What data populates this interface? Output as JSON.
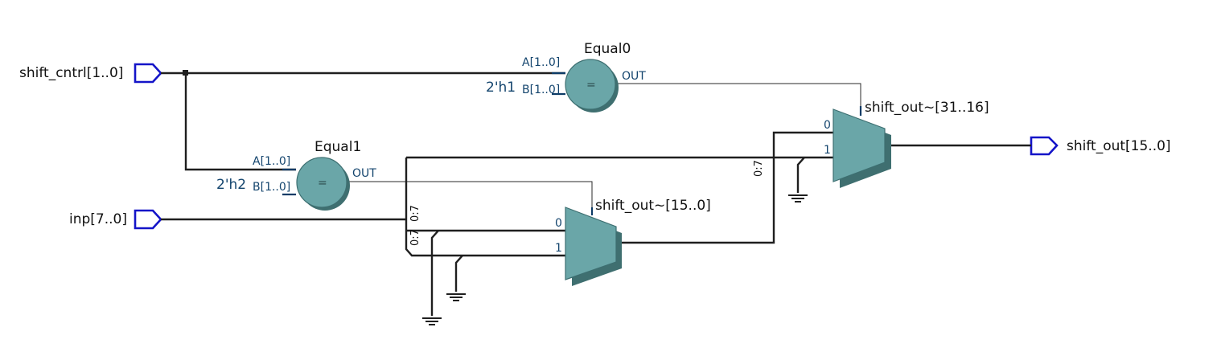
{
  "ports": {
    "shift_cntrl": "shift_cntrl[1..0]",
    "inp": "inp[7..0]",
    "shift_out": "shift_out[15..0]"
  },
  "equal0": {
    "name": "Equal0",
    "pin_a": "A[1..0]",
    "pin_b": "B[1..0]",
    "out": "OUT",
    "const": "2'h1",
    "symbol": "="
  },
  "equal1": {
    "name": "Equal1",
    "pin_a": "A[1..0]",
    "pin_b": "B[1..0]",
    "out": "OUT",
    "const": "2'h2",
    "symbol": "="
  },
  "mux_low": {
    "name": "shift_out~[15..0]",
    "in0": "0",
    "in1": "1"
  },
  "mux_high": {
    "name": "shift_out~[31..16]",
    "in0": "0",
    "in1": "1"
  },
  "bus_ranges": {
    "inp_a": "0:7",
    "inp_b": "0:7",
    "mux_high_in1": "0:7"
  },
  "colors": {
    "component_fill": "#6aa6a8",
    "port_outline": "#1414c8",
    "wire": "#1f1f1f",
    "pin_label": "#14456e"
  }
}
